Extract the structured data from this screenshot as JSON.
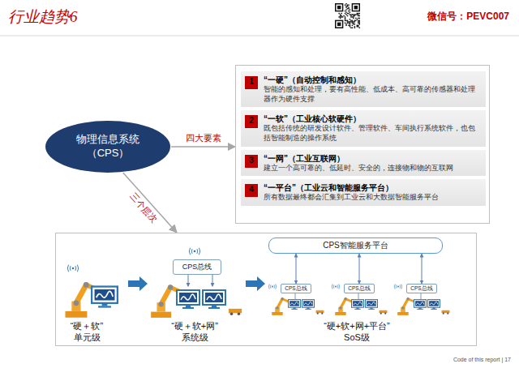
{
  "diagram": {
    "title": "行业趋势6",
    "nodes": [
      {
        "text": [
          "物理信息系统 （CPS）"
        ]
      },
      {
        "text": []
      },
      {
        "text": [
          "“一硬”（自动控制和感知）",
          "智能的感知和处理，要有高性能、低成本、高可靠的传感器和处理器作为硬件支撑"
        ],
        "in": 1
      },
      {
        "text": [
          "1"
        ],
        "in": 2
      },
      {
        "text": [
          "“一软”（工业核心软硬件）",
          "既包括传统的研发设计软件、管理软件、车间执行系统软件，也包括智能制造的操作系统"
        ],
        "in": 1
      },
      {
        "text": [
          "2"
        ],
        "in": 4
      },
      {
        "text": [
          "“一网”（工业互联网）",
          "建立一个高可靠的、低延时、安全的，连接物和物的互联网"
        ],
        "in": 1
      },
      {
        "text": [
          "3"
        ],
        "in": 6
      },
      {
        "text": [
          "“一平台”（工业云和智能服务平台）",
          "所有数据最终都会汇集到工业云和大数据智能服务平台"
        ],
        "in": 1
      },
      {
        "text": [
          "4"
        ],
        "in": 8
      },
      {
        "text": []
      },
      {
        "text": [
          "CPS总线"
        ],
        "in": 10
      },
      {
        "text": [
          "CPS智能服务平台"
        ],
        "in": 10
      },
      {
        "text": [
          "CPS总线"
        ],
        "in": 10
      },
      {
        "text": [
          "CPS总线"
        ],
        "in": 10
      },
      {
        "text": [
          "CPS总线"
        ],
        "in": 10
      }
    ],
    "edges": [
      {
        "from": 0,
        "to": 1,
        "label": "四大要素",
        "arrow": "to"
      },
      {
        "from": 0,
        "to": 10,
        "label": "三个层次",
        "arrow": "to"
      },
      {
        "from": 12,
        "to": 13,
        "arrow": "both"
      },
      {
        "from": 12,
        "to": 14,
        "arrow": "both"
      },
      {
        "from": 12,
        "to": 15,
        "arrow": "both"
      }
    ],
    "labels": [
      "微信号：PEVC007",
      "“硬＋软”",
      "单元级",
      "“硬＋软+网”",
      "系统级",
      "“硬+软+网+平台”",
      "SoS级",
      "Code of this report | 17"
    ]
  }
}
